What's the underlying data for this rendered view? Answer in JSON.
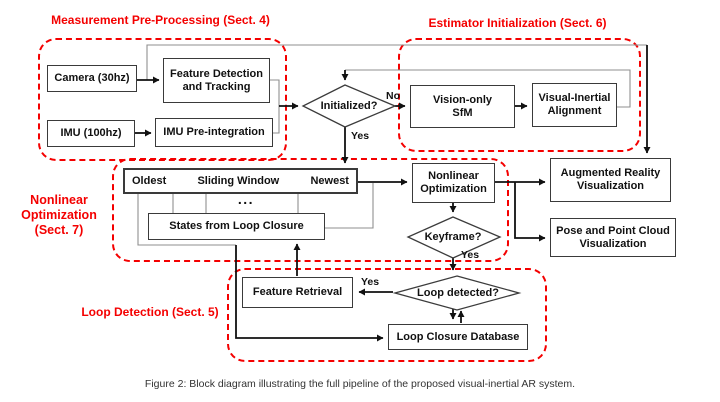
{
  "regions": {
    "preprocessing": "Measurement Pre-Processing (Sect. 4)",
    "initialization": "Estimator Initialization (Sect. 6)",
    "optimization": "Nonlinear\nOptimization\n(Sect. 7)",
    "loop_detection": "Loop Detection (Sect. 5)"
  },
  "nodes": {
    "camera": "Camera (30hz)",
    "feature_detection": "Feature Detection\nand Tracking",
    "imu": "IMU (100hz)",
    "imu_preintegration": "IMU Pre-integration",
    "initialized": "Initialized?",
    "vision_only_sfm": "Vision-only\nSfM",
    "visual_inertial_alignment": "Visual-Inertial\nAlignment",
    "sliding_window_oldest": "Oldest",
    "sliding_window_title": "Sliding Window",
    "sliding_window_newest": "Newest",
    "sliding_window_ellipsis": "...",
    "states_from_loop_closure": "States from Loop Closure",
    "nonlinear_optimization": "Nonlinear\nOptimization",
    "keyframe": "Keyframe?",
    "ar_visualization": "Augmented Reality\nVisualization",
    "pose_visualization": "Pose and Point Cloud\nVisualization",
    "feature_retrieval": "Feature Retrieval",
    "loop_detected": "Loop detected?",
    "loop_closure_database": "Loop Closure Database"
  },
  "edge_labels": {
    "initialized_no": "No",
    "initialized_yes": "Yes",
    "keyframe_yes": "Yes",
    "loop_detected_yes": "Yes"
  },
  "colors": {
    "region_red": "#f40000",
    "box_border": "#3a3a3a",
    "arrow_black": "#111111",
    "thin_line": "#8f8f8f"
  },
  "caption": "Figure 2: Block diagram illustrating the full pipeline of the proposed visual-inertial AR system."
}
